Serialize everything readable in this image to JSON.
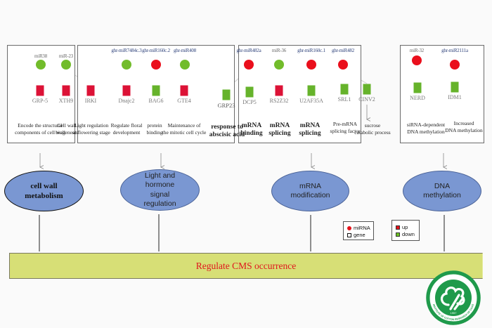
{
  "colors": {
    "up": "#e5121b",
    "down": "#6cc124",
    "mirna_up": "#ea0f1c",
    "mirna_down": "#72bc2b",
    "gene_up": "#dc1236",
    "gene_down": "#66b32b",
    "ellipse_fill": "#7a97d2",
    "bar_fill": "#d7df76",
    "bar_text": "#e0151c",
    "logo_green": "#1f9a4b"
  },
  "groups": [
    {
      "name": "cell-wall",
      "mirnas": [
        {
          "label": "miR38",
          "regulation": "down"
        },
        {
          "label": "miR-23",
          "regulation": "down"
        }
      ],
      "genes": [
        {
          "label": "GRP-5",
          "regulation": "up",
          "function": "Encode the structural\ncomponents of cell wall"
        },
        {
          "label": "XTH9",
          "regulation": "up",
          "function": "Cell wall\nbiogenesis"
        }
      ]
    },
    {
      "name": "light-hormone",
      "mirnas": [
        {
          "label": "ghr-miR7484c.3",
          "regulation": "down"
        },
        {
          "label": "ghr-miR160c.2",
          "regulation": "up"
        },
        {
          "label": "ghr-miR408",
          "regulation": "down"
        }
      ],
      "genes": [
        {
          "label": "IRKI",
          "regulation": "up",
          "function": "Light regulation\nat flowering stage"
        },
        {
          "label": "Dnajc2",
          "regulation": "up",
          "function": "Regulate floral\ndevelopment"
        },
        {
          "label": "BAG6",
          "regulation": "down",
          "function": "protein\nbinding"
        },
        {
          "label": "GTE4",
          "regulation": "up",
          "function": "Maintenance of\nthe mitotic cell cycle"
        },
        {
          "label": "GRP23",
          "regulation": "down",
          "function": "response to\nabscisic acid"
        }
      ]
    },
    {
      "name": "mrna-modification",
      "mirnas": [
        {
          "label": "ghr-miR482a",
          "regulation": "up"
        },
        {
          "label": "miR-36",
          "regulation": "down"
        },
        {
          "label": "ghr-miR160c.1",
          "regulation": "up"
        },
        {
          "label": "ghr-miR482",
          "regulation": "up"
        }
      ],
      "genes": [
        {
          "label": "DCP5",
          "regulation": "down",
          "function": "mRNA\nbinding"
        },
        {
          "label": "RS2Z32",
          "regulation": "up",
          "function": "mRNA\nsplicing"
        },
        {
          "label": "U2AF35A",
          "regulation": "down",
          "function": "mRNA\nsplicing"
        },
        {
          "label": "SRL1",
          "regulation": "down",
          "function": "Pre-mRNA\nsplicing factor"
        },
        {
          "label": "CINV2",
          "regulation": "down",
          "function": "sucrose\ncatabolic process"
        }
      ]
    },
    {
      "name": "dna-methylation",
      "mirnas": [
        {
          "label": "miR-32",
          "regulation": "up"
        },
        {
          "label": "ghr-miR2111a",
          "regulation": "up"
        }
      ],
      "genes": [
        {
          "label": "NERD",
          "regulation": "down",
          "function": "siRNA-dependent\nDNA methylation"
        },
        {
          "label": "IDM1",
          "regulation": "down",
          "function": "Increased\nDNA methylation"
        }
      ]
    }
  ],
  "categories": [
    {
      "label": "cell wall\nmetabolism"
    },
    {
      "label": "Light and\nhormone\nsignal\nregulation"
    },
    {
      "label": "mRNA\nmodification"
    },
    {
      "label": "DNA\nmethylation"
    }
  ],
  "outcome": {
    "label": "Regulate CMS occurrence"
  },
  "legend_type": {
    "items": [
      {
        "label": "miRNA",
        "shape": "circle"
      },
      {
        "label": "gene",
        "shape": "square"
      }
    ]
  },
  "legend_regulation": {
    "items": [
      {
        "label": "up",
        "color": "red"
      },
      {
        "label": "down",
        "color": "green"
      }
    ]
  },
  "logo": {
    "top_text": "中国农业科学院棉花研究所",
    "bottom_text": "INSTITUTE OF COTTON RESEARCH OF CAAS",
    "year": "1957",
    "emblem": "CR"
  }
}
